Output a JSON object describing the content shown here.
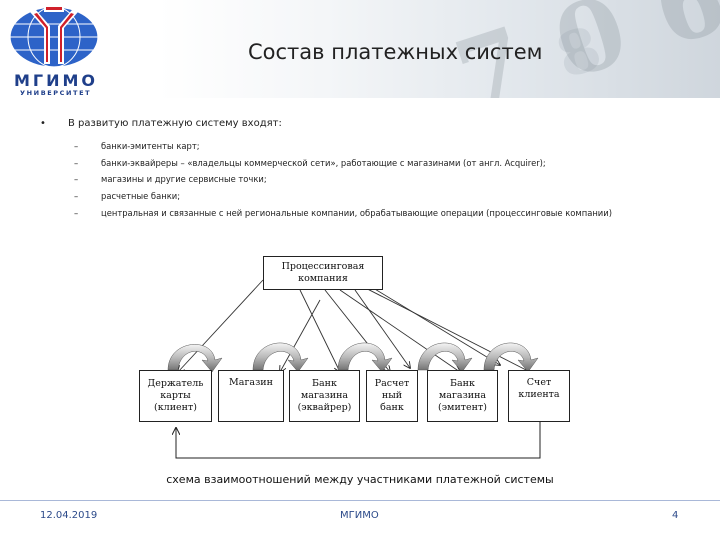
{
  "header": {
    "logo_name": "МГИМО",
    "logo_sub": "УНИВЕРСИТЕТ",
    "title": "Состав платежных систем"
  },
  "content": {
    "intro": "В развитую платежную систему входят:",
    "items": [
      "банки-эмитенты карт;",
      "банки-эквайреры – «владельцы коммерческой сети», работающие с магазинами (от англ. Acquirer);",
      "магазины и другие сервисные точки;",
      "расчетные банки;",
      "центральная и связанные с ней региональные компании, обрабатывающие операции (процессинговые компании)"
    ]
  },
  "diagram": {
    "top_box": "Процессинговая\nкомпания",
    "boxes": [
      "Держатель\nкарты\n(клиент)",
      "Магазин",
      "Банк\nмагазина\n(эквайрер)",
      "Расчет\nный\nбанк",
      "Банк\nмагазина\n(эмитент)",
      "Счет\nклиента"
    ],
    "caption": "схема взаимоотношений между участниками платежной системы"
  },
  "footer": {
    "date": "12.04.2019",
    "center": "МГИМО",
    "page": "4"
  },
  "colors": {
    "brand_blue": "#1f3f8a",
    "brand_red": "#d0202a",
    "footer_text": "#2c4a8a"
  }
}
